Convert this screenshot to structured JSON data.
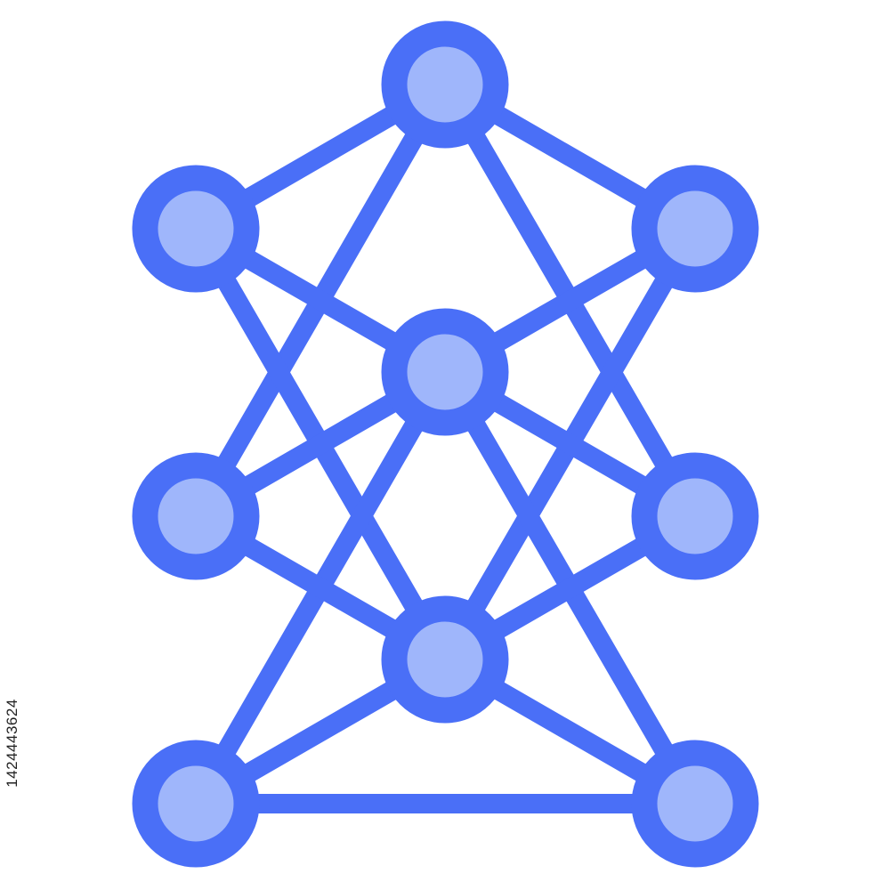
{
  "image": {
    "subject": "network-graph-icon",
    "background_color": "#ffffff",
    "stroke_color": "#4a6ff7",
    "node_fill_color": "#9fb6fb",
    "stock_id": "1424443624"
  },
  "graph": {
    "nodes": [
      {
        "id": "top"
      },
      {
        "id": "upper-left"
      },
      {
        "id": "upper-right"
      },
      {
        "id": "center"
      },
      {
        "id": "middle-left"
      },
      {
        "id": "middle-right"
      },
      {
        "id": "lower-center"
      },
      {
        "id": "bottom-left"
      },
      {
        "id": "bottom-right"
      }
    ],
    "edges": [
      [
        "top",
        "upper-left"
      ],
      [
        "top",
        "upper-right"
      ],
      [
        "top",
        "middle-left"
      ],
      [
        "top",
        "middle-right"
      ],
      [
        "upper-left",
        "center"
      ],
      [
        "upper-right",
        "center"
      ],
      [
        "upper-left",
        "lower-center"
      ],
      [
        "upper-right",
        "lower-center"
      ],
      [
        "center",
        "middle-left"
      ],
      [
        "center",
        "middle-right"
      ],
      [
        "center",
        "bottom-left"
      ],
      [
        "center",
        "bottom-right"
      ],
      [
        "middle-left",
        "lower-center"
      ],
      [
        "middle-right",
        "lower-center"
      ],
      [
        "lower-center",
        "bottom-left"
      ],
      [
        "lower-center",
        "bottom-right"
      ],
      [
        "middle-left",
        "upper-right"
      ],
      [
        "middle-right",
        "bottom-left"
      ],
      [
        "bottom-left",
        "bottom-right"
      ]
    ]
  }
}
